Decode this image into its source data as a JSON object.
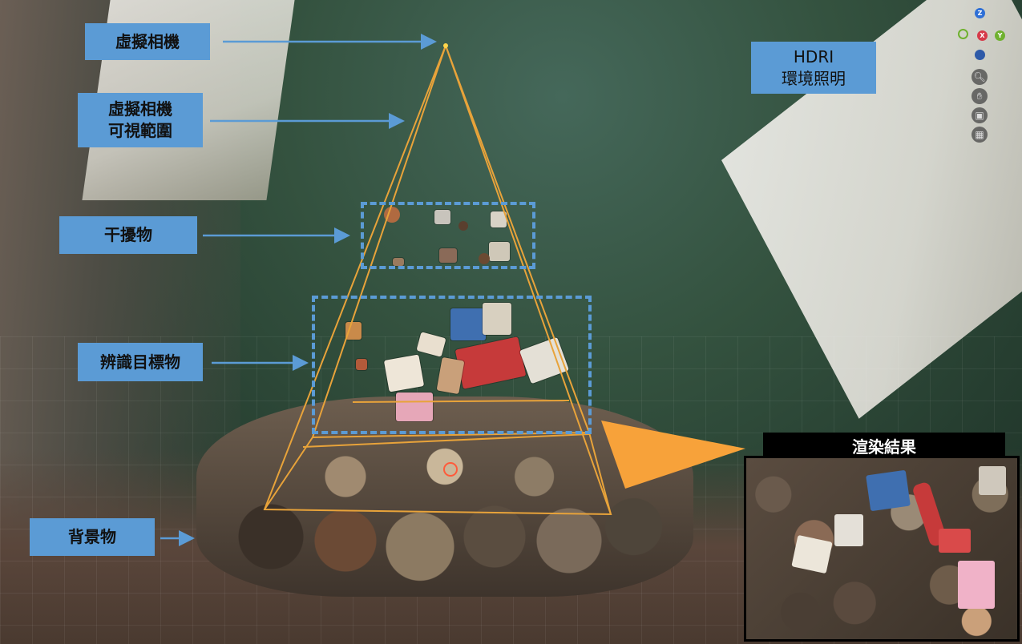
{
  "labels": {
    "virtual_camera": "虛擬相機",
    "camera_fov": "虛擬相機\n可視範圍",
    "distractors": "干擾物",
    "targets": "辨識目標物",
    "background": "背景物",
    "hdri_title": "HDRI",
    "hdri_subtitle": "環境照明"
  },
  "render_panel": {
    "title": "渲染結果"
  },
  "gizmo": {
    "axis_z": "Z",
    "axis_y": "Y",
    "axis_x": "X",
    "nav_icons": [
      "zoom-icon",
      "hand-pan-icon",
      "camera-view-icon",
      "grid-perspective-icon"
    ]
  },
  "colors": {
    "label_bg": "#5b9bd5",
    "frustum": "#e8a33a",
    "big_arrow": "#f7a23a",
    "arrow": "#5b9bd5"
  }
}
